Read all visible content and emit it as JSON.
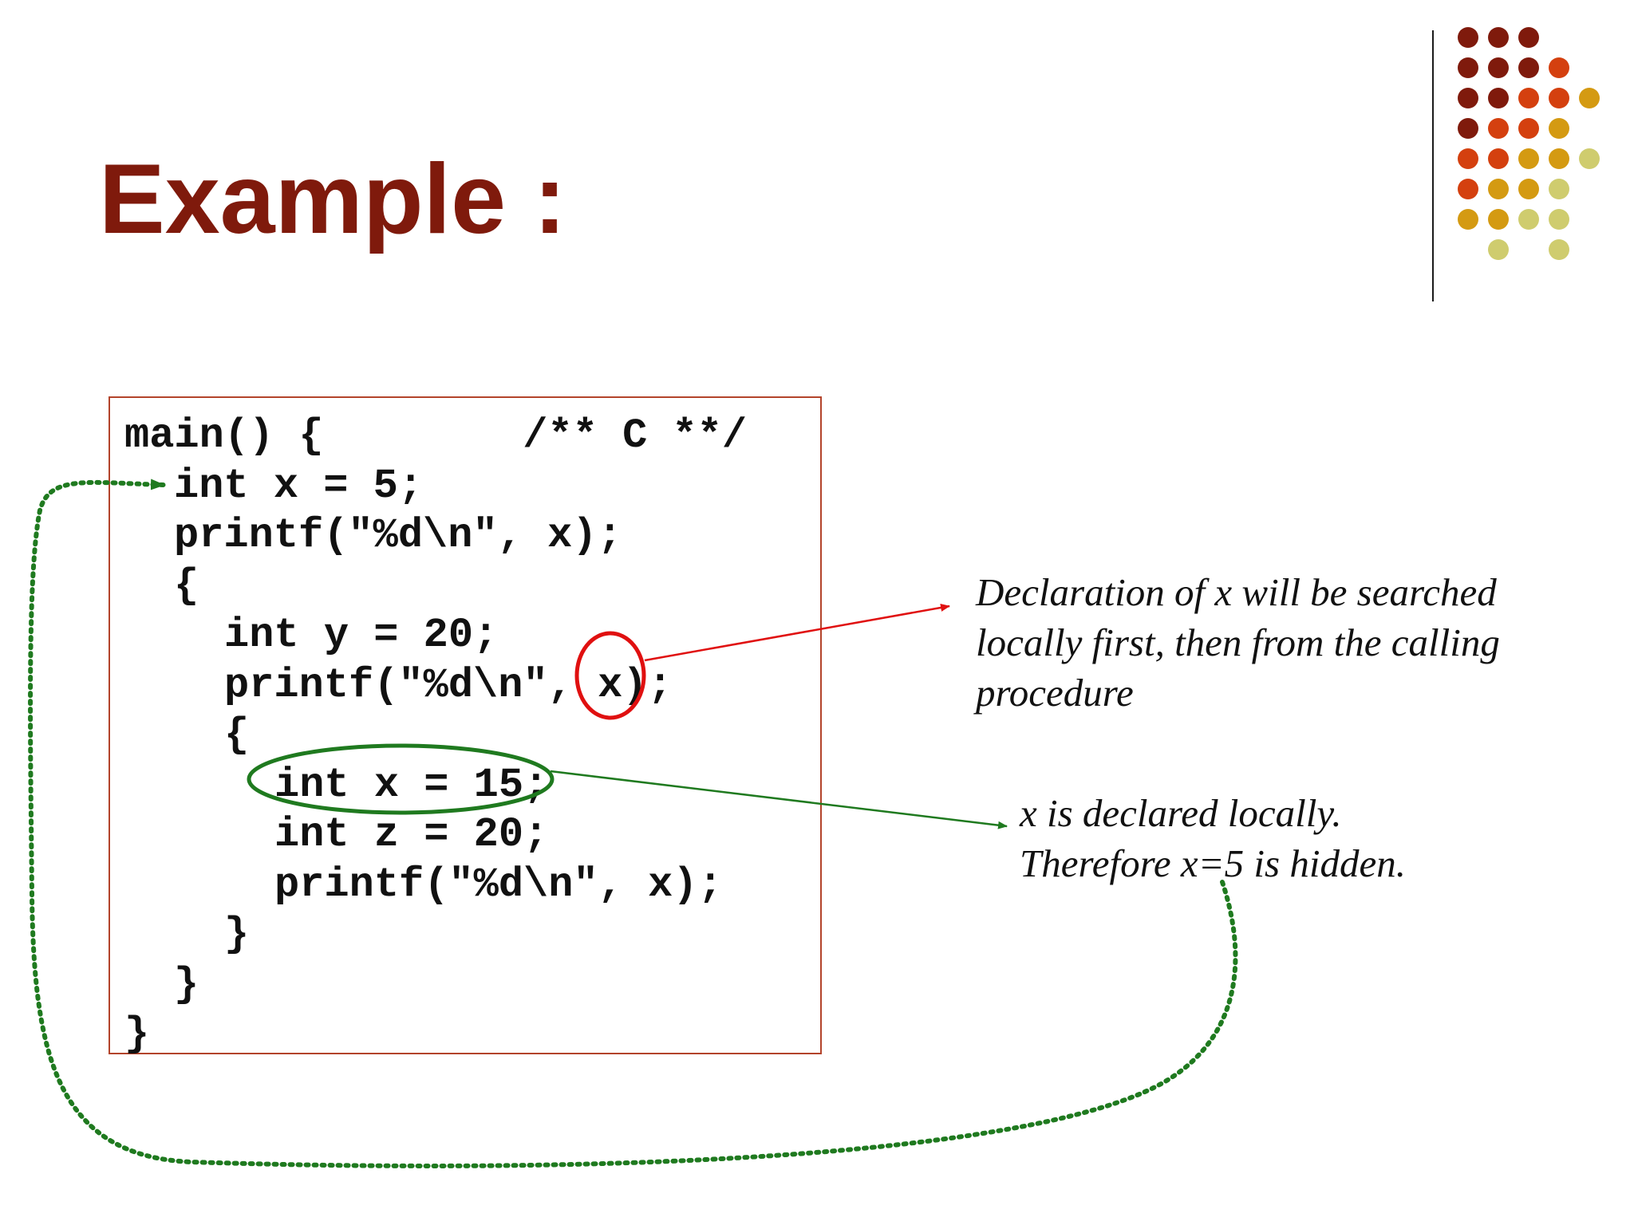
{
  "slide": {
    "title": "Example :",
    "code_lines": [
      "main() {        /** C **/",
      "int x = 5;",
      "printf(\"%d\\n\", x);",
      "{",
      "int y = 20;",
      "printf(\"%d\\n\", x);",
      "{",
      "int x = 15;",
      "int z = 20;",
      "printf(\"%d\\n\", x);",
      "}",
      "}",
      "}"
    ],
    "notes": {
      "lookup": [
        "Declaration of x will be searched",
        "locally first, then from the calling",
        "procedure"
      ],
      "hidden": [
        "x is declared locally.",
        "Therefore x=5 is hidden."
      ]
    }
  },
  "colors": {
    "title": "#7f1a0c",
    "code_box_border": "#b3442b",
    "lookup_arrow": "#e01010",
    "local_arrow": "#1f7a1f",
    "dotted_link": "#1f7a1f",
    "dot_palette": [
      "#7f1a0c",
      "#d4400f",
      "#d49a12",
      "#cfcc6e"
    ]
  }
}
